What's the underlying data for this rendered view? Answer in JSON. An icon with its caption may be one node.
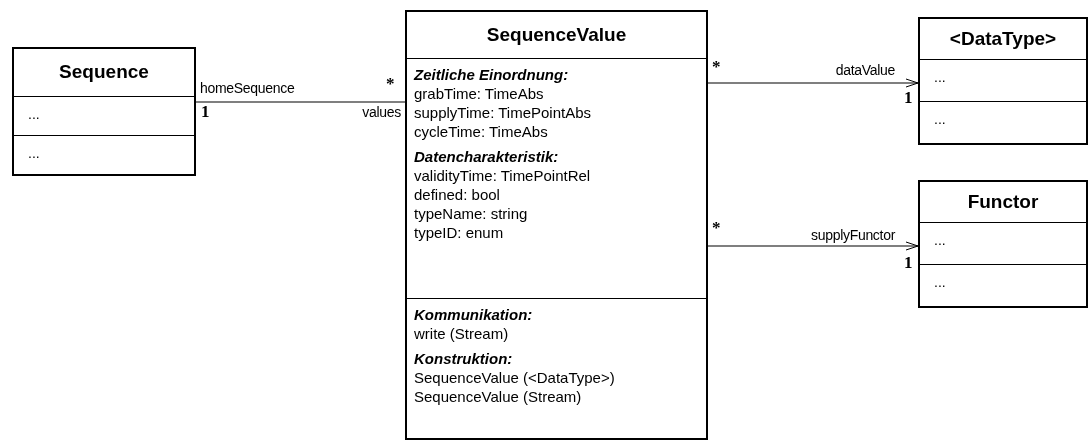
{
  "diagram": {
    "nodes": [
      {
        "text": [
          "Sequence"
        ]
      },
      {
        "text": [
          "..."
        ],
        "in": 0
      },
      {
        "text": [
          "..."
        ],
        "in": 0
      },
      {
        "text": [
          "SequenceValue"
        ]
      },
      {
        "text": [],
        "shape": "box",
        "in": 3
      },
      {
        "text": [
          "Zeitliche Einordnung:",
          "grabTime: TimeAbs",
          "supplyTime: TimePointAbs",
          "cycleTime: TimeAbs"
        ],
        "in": 4
      },
      {
        "text": [
          "Datencharakteristik:",
          "validityTime: TimePointRel",
          "defined: bool",
          "typeName: string",
          "typeID: enum"
        ],
        "in": 4
      },
      {
        "text": [],
        "shape": "box",
        "in": 3
      },
      {
        "text": [
          "Kommunikation:",
          "write (Stream)"
        ],
        "in": 7
      },
      {
        "text": [
          "Konstruktion:",
          "SequenceValue (<DataType>)",
          "SequenceValue (Stream)"
        ],
        "in": 7
      },
      {
        "text": [
          "<DataType>"
        ]
      },
      {
        "text": [
          "..."
        ],
        "in": 10
      },
      {
        "text": [
          "..."
        ],
        "in": 10
      },
      {
        "text": [
          "Functor"
        ]
      },
      {
        "text": [
          "..."
        ],
        "in": 13
      },
      {
        "text": [
          "..."
        ],
        "in": 13
      }
    ],
    "edges": [
      {
        "from": 0,
        "to": 3,
        "arrow": "none",
        "label": "homeSequence"
      },
      {
        "from": 3,
        "to": 10,
        "arrow": "to",
        "label": "dataValue"
      },
      {
        "from": 3,
        "to": 13,
        "arrow": "to",
        "label": "supplyFunctor"
      }
    ],
    "labels": [
      "*",
      "1",
      "values",
      "*",
      "1",
      "*",
      "1"
    ]
  }
}
